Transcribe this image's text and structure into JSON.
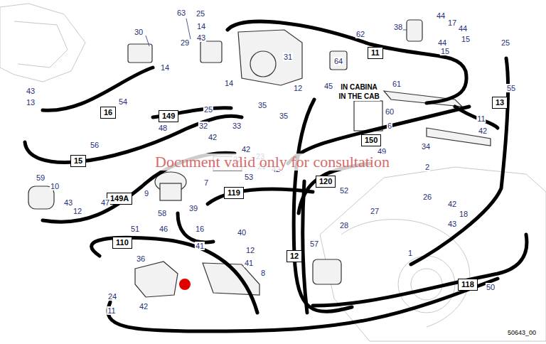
{
  "diagram": {
    "nodes": [
      {
        "text": [
          "11"
        ]
      },
      {
        "text": [
          "13"
        ]
      },
      {
        "text": [
          "16"
        ]
      },
      {
        "text": [
          "149"
        ]
      },
      {
        "text": [
          "150"
        ]
      },
      {
        "text": [
          "15"
        ]
      },
      {
        "text": [
          "120"
        ]
      },
      {
        "text": [
          "119"
        ]
      },
      {
        "text": [
          "149A"
        ]
      },
      {
        "text": [
          "110"
        ]
      },
      {
        "text": [
          "12"
        ]
      },
      {
        "text": [
          "118"
        ]
      }
    ],
    "labels": [
      "63",
      "25",
      "44",
      "17",
      "14",
      "38",
      "44",
      "30",
      "62",
      "43",
      "15",
      "29",
      "44",
      "25",
      "15",
      "31",
      "64",
      "14",
      "14",
      "61",
      "IN CABINA",
      "IN THE CAB",
      "45",
      "12",
      "55",
      "43",
      "54",
      "13",
      "35",
      "25",
      "60",
      "35",
      "11",
      "6",
      "32",
      "33",
      "48",
      "42",
      "42",
      "56",
      "34",
      "42",
      "49",
      "23",
      "22",
      "21",
      "2",
      "42",
      "53",
      "59",
      "7",
      "10",
      "52",
      "9",
      "26",
      "43",
      "47",
      "42",
      "39",
      "27",
      "12",
      "58",
      "18",
      "43",
      "28",
      "16",
      "46",
      "51",
      "40",
      "57",
      "41",
      "12",
      "1",
      "36",
      "41",
      "8",
      "50",
      "24",
      "42",
      "11",
      "50643_00",
      "Document valid only for consultation"
    ]
  }
}
